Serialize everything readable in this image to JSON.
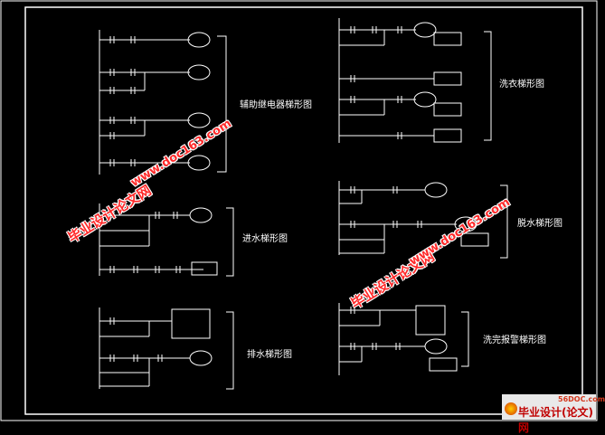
{
  "diagram": {
    "section_titles": [
      "辅助继电器梯形图",
      "进水梯形图",
      "排水梯形图",
      "洗衣梯形图",
      "脱水梯形图",
      "洗完报警梯形图"
    ],
    "watermarks": [
      {
        "cn": "毕业设计论文网",
        "url": "www.doc163.com"
      },
      {
        "cn": "毕业设计论文网",
        "url": "www.doc163.com"
      }
    ]
  },
  "banner": {
    "site": "56DOC.com",
    "text": "毕业设计(论文)网"
  },
  "colors": {
    "background": "#000000",
    "line": "#ffffff",
    "watermark": "#ff2a2a"
  }
}
